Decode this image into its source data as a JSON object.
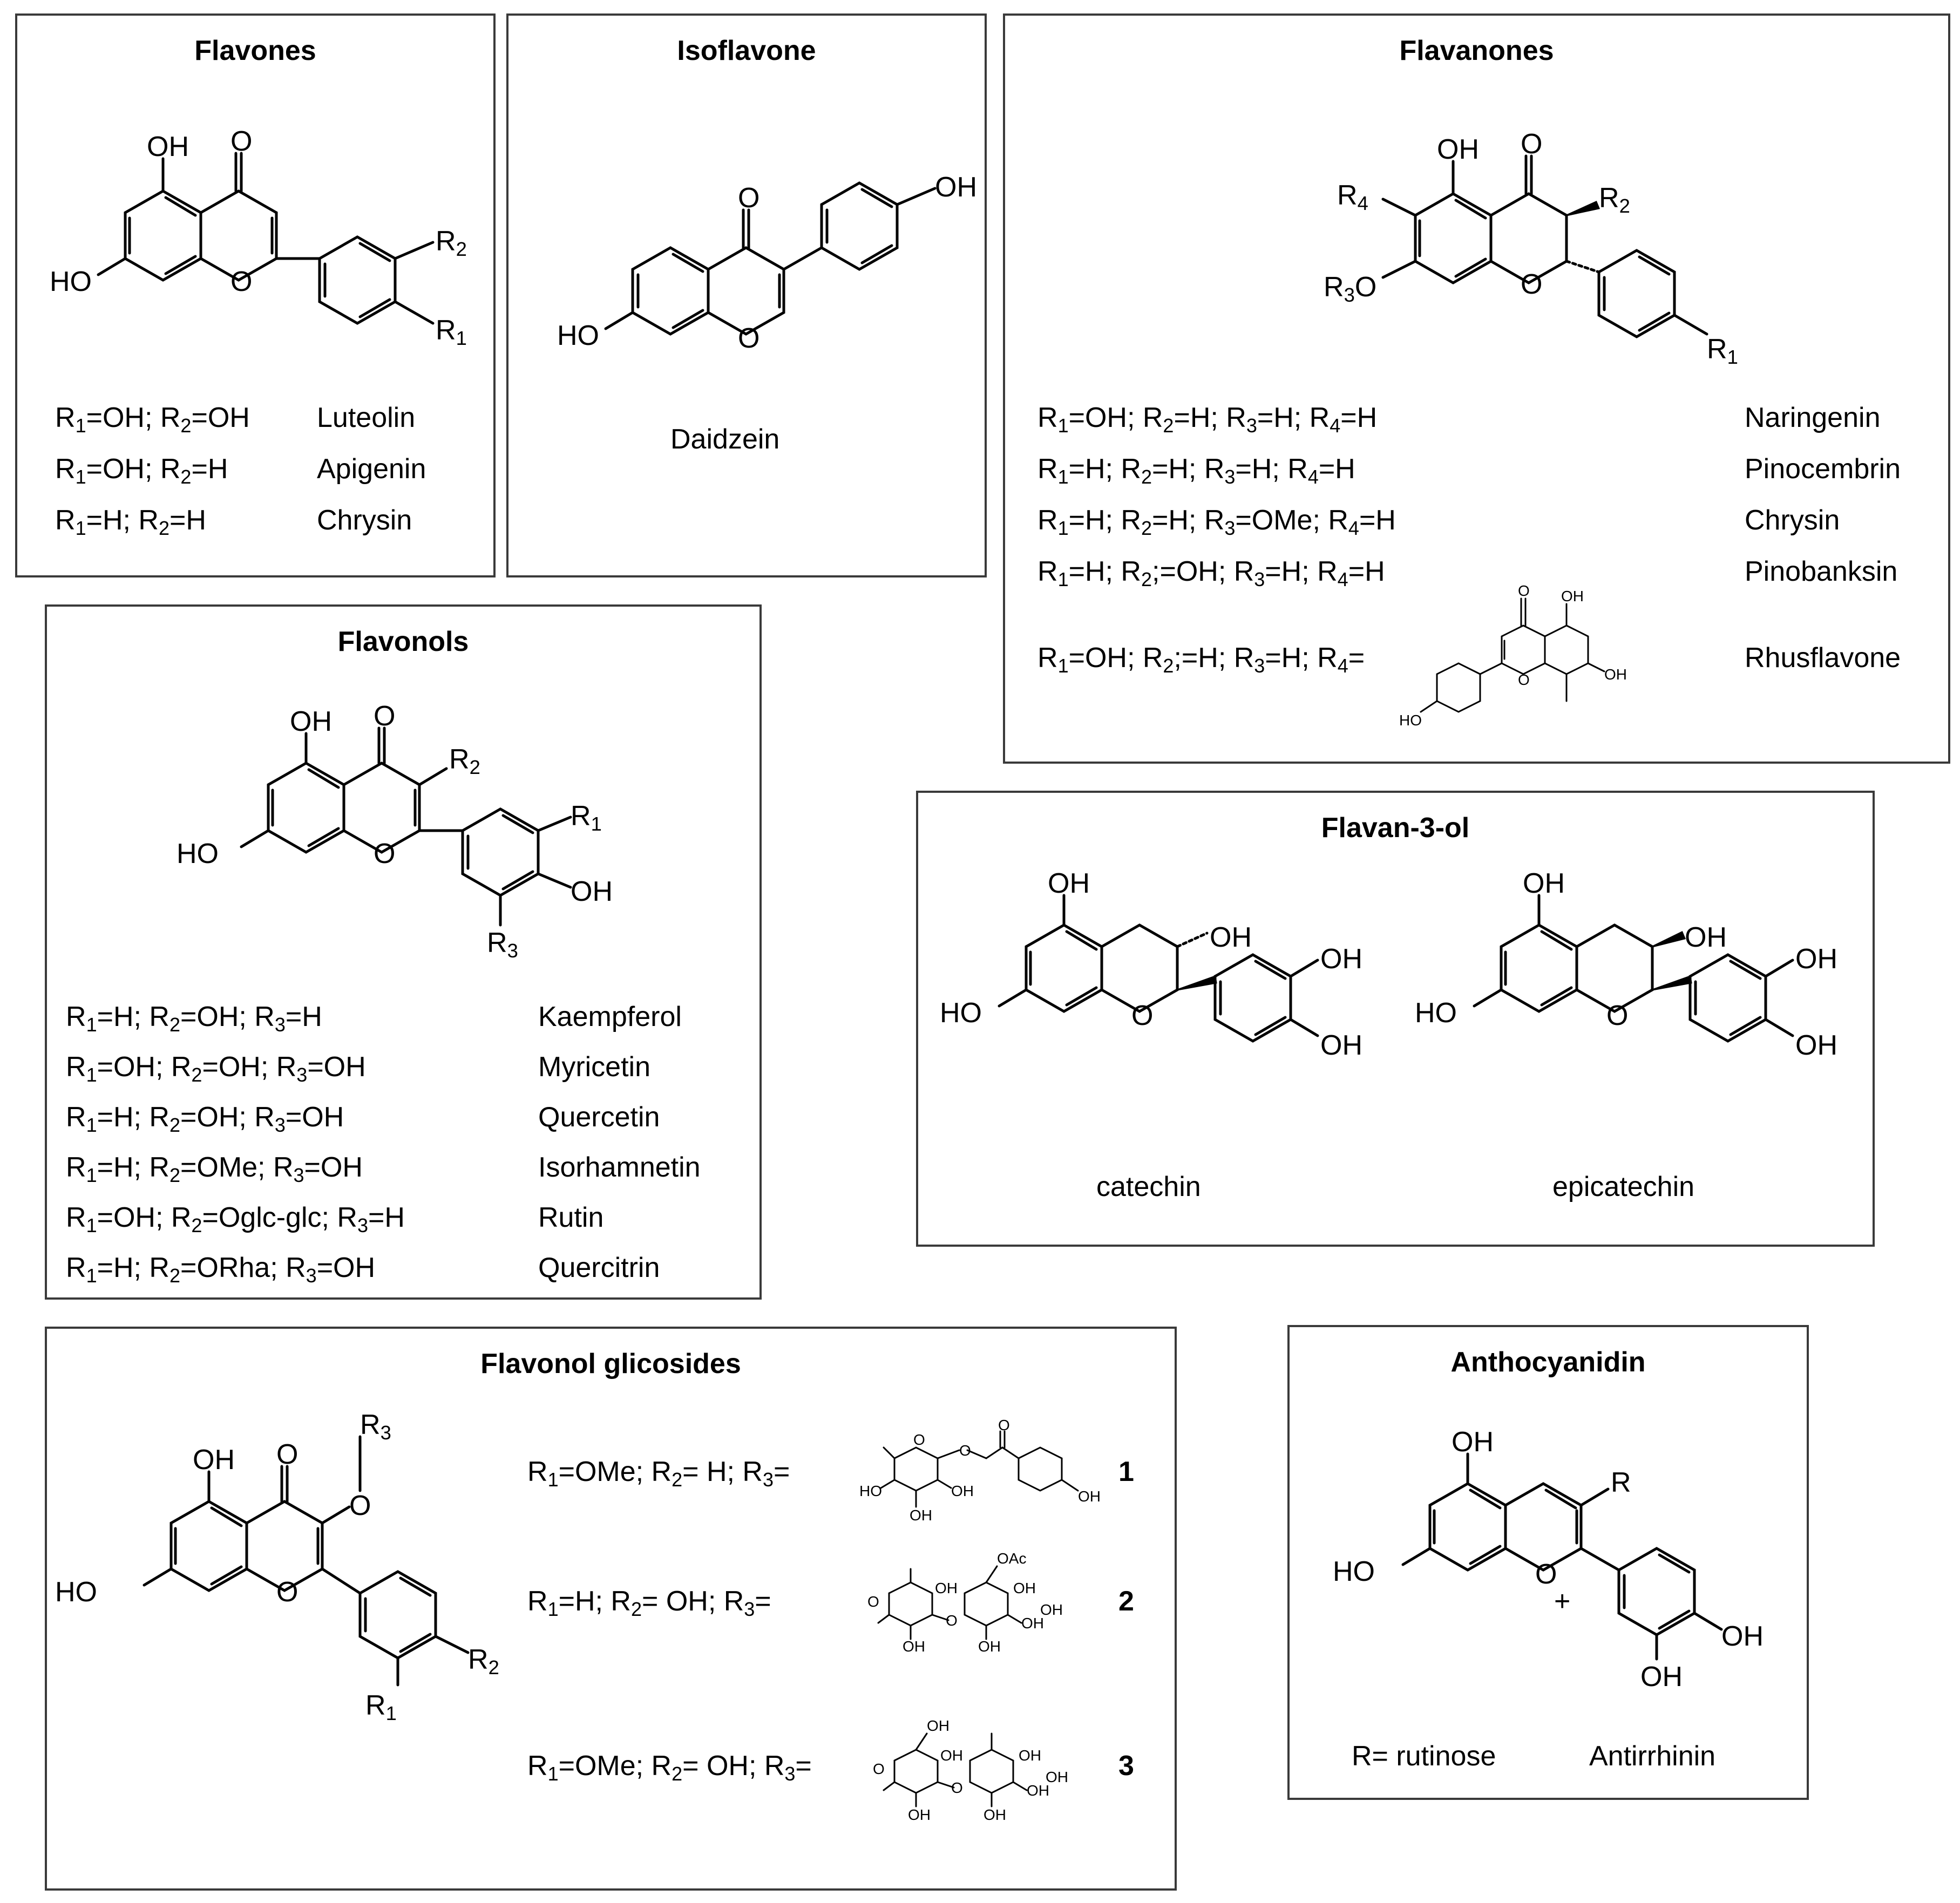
{
  "flavones": {
    "title": "Flavones",
    "atoms": {
      "oh_top": "OH",
      "oxo": "O",
      "ho_left": "HO",
      "ring_o": "O",
      "r2": "R2",
      "r1": "R1"
    },
    "rows": [
      {
        "subst": "R1=OH; R2=OH",
        "name": "Luteolin"
      },
      {
        "subst": "R1=OH; R2=H",
        "name": "Apigenin"
      },
      {
        "subst": "R1=H; R2=H",
        "name": "Chrysin"
      }
    ]
  },
  "isoflavone": {
    "title": "Isoflavone",
    "atoms": {
      "oxo": "O",
      "oh": "OH",
      "ho": "HO",
      "ring_o": "O"
    },
    "caption": "Daidzein"
  },
  "flavanones": {
    "title": "Flavanones",
    "atoms": {
      "oh_top": "OH",
      "oxo": "O",
      "r4": "R4",
      "r2": "R2",
      "r3o": "R3O",
      "ring_o": "O",
      "r1": "R1"
    },
    "rows": [
      {
        "subst": "R1=OH; R2=H; R3=H; R4=H",
        "name": "Naringenin"
      },
      {
        "subst": "R1=H; R2=H; R3=H; R4=H",
        "name": "Pinocembrin"
      },
      {
        "subst": "R1=H; R2=H; R3=OMe; R4=H",
        "name": "Chrysin"
      },
      {
        "subst": "R1=H; R2;=OH; R3=H; R4=H",
        "name": "Pinobanksin"
      },
      {
        "subst": "R1=OH; R2;=H; R3=H; R4=",
        "name": "Rhusflavone"
      }
    ],
    "rhus_atoms": {
      "oxo": "O",
      "oh_top": "OH",
      "oh_right": "OH",
      "ho": "HO",
      "ring_o": "O"
    }
  },
  "flavonols": {
    "title": "Flavonols",
    "atoms": {
      "oh_top": "OH",
      "oxo": "O",
      "r2": "R2",
      "r1": "R1",
      "ho": "HO",
      "ring_o": "O",
      "oh_right": "OH",
      "r3": "R3"
    },
    "rows": [
      {
        "subst": "R1=H; R2=OH; R3=H",
        "name": "Kaempferol"
      },
      {
        "subst": "R1=OH; R2=OH; R3=OH",
        "name": "Myricetin"
      },
      {
        "subst": "R1=H; R2=OH; R3=OH",
        "name": "Quercetin"
      },
      {
        "subst": "R1=H; R2=OMe; R3=OH",
        "name": "Isorhamnetin"
      },
      {
        "subst": "R1=OH; R2=Oglc-glc; R3=H",
        "name": "Rutin"
      },
      {
        "subst": "R1=H; R2=ORha; R3=OH",
        "name": "Quercitrin"
      }
    ]
  },
  "flavan3ol": {
    "title": "Flavan-3-ol",
    "atoms": {
      "oh_top": "OH",
      "oh3": "OH",
      "ho": "HO",
      "ring_o": "O",
      "oh_a": "OH",
      "oh_b": "OH"
    },
    "captions": [
      "catechin",
      "epicatechin"
    ]
  },
  "glicosides": {
    "title": "Flavonol glicosides",
    "atoms": {
      "oh_top": "OH",
      "oxo": "O",
      "r3": "R3",
      "o_link": "O",
      "ho": "HO",
      "ring_o": "O",
      "r2": "R2",
      "r1": "R1"
    },
    "rows": [
      {
        "subst": "R1=OMe; R2= H; R3=",
        "num": "1",
        "sugar_labels": [
          "O",
          "O",
          "O",
          "HO",
          "OH",
          "OH",
          "OH"
        ]
      },
      {
        "subst": "R1=H; R2= OH; R3=",
        "num": "2",
        "sugar_labels": [
          "OAc",
          "OH",
          "OH",
          "O",
          "O",
          "OH",
          "OH",
          "OH",
          "OH"
        ]
      },
      {
        "subst": "R1=OMe; R2= OH; R3=",
        "num": "3",
        "sugar_labels": [
          "OH",
          "OH",
          "OH",
          "O",
          "O",
          "OH",
          "OH",
          "OH",
          "OH"
        ]
      }
    ]
  },
  "anthocyanidin": {
    "title": "Anthocyanidin",
    "atoms": {
      "oh_top": "OH",
      "r": "R",
      "ho": "HO",
      "ring_o": "O",
      "plus": "+",
      "oh_a": "OH",
      "oh_b": "OH"
    },
    "caption_left": "R= rutinose",
    "caption_right": "Antirrhinin"
  }
}
